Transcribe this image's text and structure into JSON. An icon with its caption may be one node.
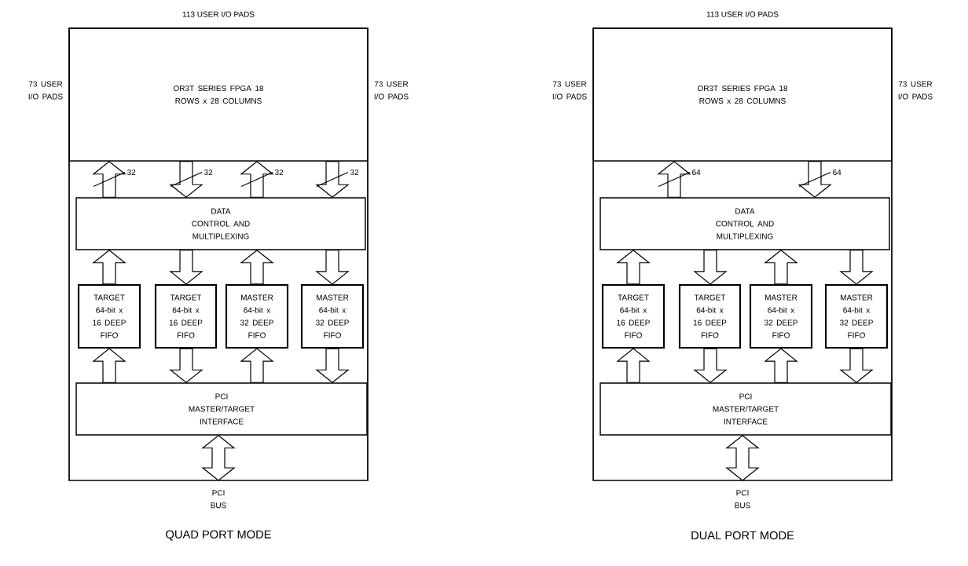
{
  "diagram": {
    "nodes": [
      {
        "text": [],
        "shape": "box",
        "beside": [
          "113 USER I/O PADS",
          "73 USER I/O PADS",
          "73 USER I/O PADS"
        ]
      },
      {
        "text": [
          "OR3T SERIES FPGA 18 ROWS x 28 COLUMNS"
        ],
        "in": 0
      },
      {
        "text": [
          "DATA CONTROL AND MULTIPLEXING"
        ],
        "in": 0
      },
      {
        "text": [
          "TARGET 64-bit x 16 DEEP FIFO"
        ],
        "in": 0
      },
      {
        "text": [
          "TARGET 64-bit x 16 DEEP FIFO"
        ],
        "in": 0
      },
      {
        "text": [
          "MASTER 64-bit x 32 DEEP FIFO"
        ],
        "in": 0
      },
      {
        "text": [
          "MASTER 64-bit x 32 DEEP FIFO"
        ],
        "in": 0
      },
      {
        "text": [
          "PCI MASTER/TARGET INTERFACE"
        ],
        "in": 0
      },
      {
        "text": [
          "PCI BUS"
        ]
      },
      {
        "text": [],
        "shape": "box",
        "beside": [
          "113 USER I/O PADS",
          "73 USER I/O PADS",
          "73 USER I/O PADS"
        ]
      },
      {
        "text": [
          "OR3T SERIES FPGA 18 ROWS x 28 COLUMNS"
        ],
        "in": 9
      },
      {
        "text": [
          "DATA CONTROL AND MULTIPLEXING"
        ],
        "in": 9
      },
      {
        "text": [
          "TARGET 64-bit x 16 DEEP FIFO"
        ],
        "in": 9
      },
      {
        "text": [
          "TARGET 64-bit x 16 DEEP FIFO"
        ],
        "in": 9
      },
      {
        "text": [
          "MASTER 64-bit x 32 DEEP FIFO"
        ],
        "in": 9
      },
      {
        "text": [
          "MASTER 64-bit x 32 DEEP FIFO"
        ],
        "in": 9
      },
      {
        "text": [
          "PCI MASTER/TARGET INTERFACE"
        ],
        "in": 9
      },
      {
        "text": [
          "PCI BUS"
        ]
      }
    ],
    "edges": [
      {
        "from": 2,
        "to": 1,
        "arrow": "to",
        "label": "32"
      },
      {
        "from": 1,
        "to": 2,
        "arrow": "to",
        "label": "32"
      },
      {
        "from": 2,
        "to": 1,
        "arrow": "to",
        "label": "32"
      },
      {
        "from": 1,
        "to": 2,
        "arrow": "to",
        "label": "32"
      },
      {
        "from": 3,
        "to": 2,
        "arrow": "to"
      },
      {
        "from": 2,
        "to": 4,
        "arrow": "to"
      },
      {
        "from": 5,
        "to": 2,
        "arrow": "to"
      },
      {
        "from": 2,
        "to": 6,
        "arrow": "to"
      },
      {
        "from": 7,
        "to": 3,
        "arrow": "to"
      },
      {
        "from": 4,
        "to": 7,
        "arrow": "to"
      },
      {
        "from": 7,
        "to": 5,
        "arrow": "to"
      },
      {
        "from": 6,
        "to": 7,
        "arrow": "to"
      },
      {
        "from": 7,
        "to": 8,
        "arrow": "both"
      },
      {
        "from": 11,
        "to": 10,
        "arrow": "to",
        "label": "64"
      },
      {
        "from": 10,
        "to": 11,
        "arrow": "to",
        "label": "64"
      },
      {
        "from": 12,
        "to": 11,
        "arrow": "to"
      },
      {
        "from": 11,
        "to": 13,
        "arrow": "to"
      },
      {
        "from": 14,
        "to": 11,
        "arrow": "to"
      },
      {
        "from": 11,
        "to": 15,
        "arrow": "to"
      },
      {
        "from": 16,
        "to": 12,
        "arrow": "to"
      },
      {
        "from": 13,
        "to": 16,
        "arrow": "to"
      },
      {
        "from": 16,
        "to": 14,
        "arrow": "to"
      },
      {
        "from": 15,
        "to": 16,
        "arrow": "to"
      },
      {
        "from": 16,
        "to": 17,
        "arrow": "both"
      }
    ],
    "labels": [
      "QUAD PORT MODE",
      "DUAL PORT MODE"
    ]
  }
}
